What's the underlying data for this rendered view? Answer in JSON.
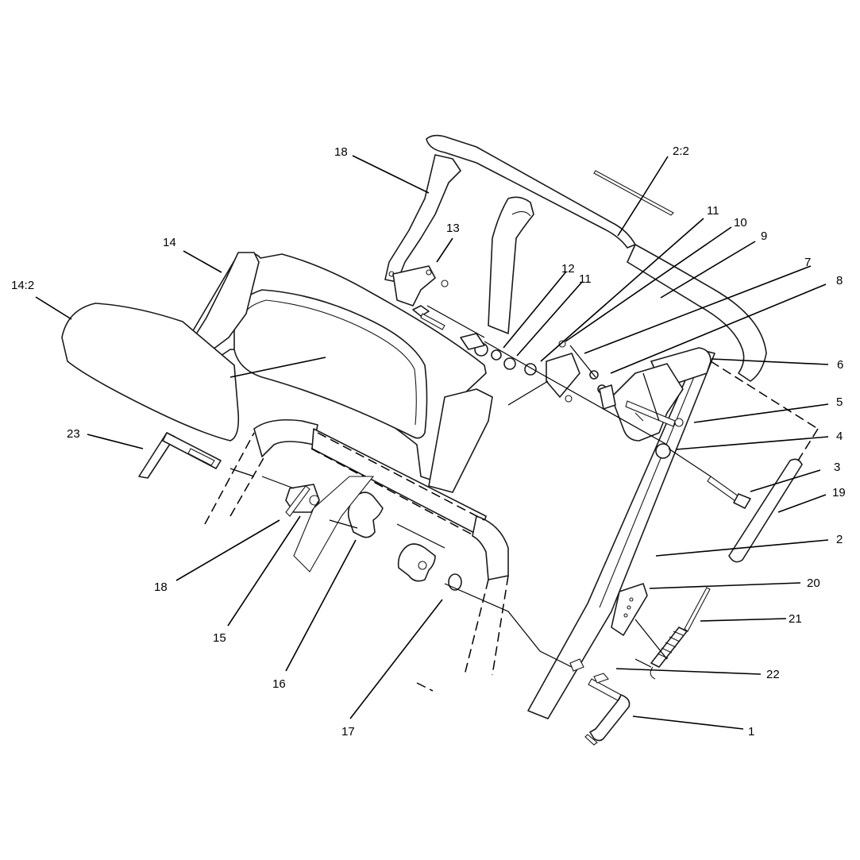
{
  "callouts": [
    {
      "id": "c-18-top",
      "text": "18"
    },
    {
      "id": "c-2-2",
      "text": "2:2"
    },
    {
      "id": "c-14",
      "text": "14"
    },
    {
      "id": "c-14-2",
      "text": "14:2"
    },
    {
      "id": "c-13",
      "text": "13"
    },
    {
      "id": "c-12",
      "text": "12"
    },
    {
      "id": "c-11-a",
      "text": "11"
    },
    {
      "id": "c-11-b",
      "text": "11"
    },
    {
      "id": "c-10",
      "text": "10"
    },
    {
      "id": "c-9",
      "text": "9"
    },
    {
      "id": "c-7",
      "text": "7"
    },
    {
      "id": "c-8",
      "text": "8"
    },
    {
      "id": "c-6",
      "text": "6"
    },
    {
      "id": "c-5",
      "text": "5"
    },
    {
      "id": "c-4",
      "text": "4"
    },
    {
      "id": "c-3",
      "text": "3"
    },
    {
      "id": "c-19",
      "text": "19"
    },
    {
      "id": "c-2",
      "text": "2"
    },
    {
      "id": "c-20",
      "text": "20"
    },
    {
      "id": "c-21",
      "text": "21"
    },
    {
      "id": "c-22",
      "text": "22"
    },
    {
      "id": "c-1",
      "text": "1"
    },
    {
      "id": "c-23",
      "text": "23"
    },
    {
      "id": "c-18-bottom",
      "text": "18"
    },
    {
      "id": "c-15",
      "text": "15"
    },
    {
      "id": "c-16",
      "text": "16"
    },
    {
      "id": "c-17",
      "text": "17"
    }
  ]
}
